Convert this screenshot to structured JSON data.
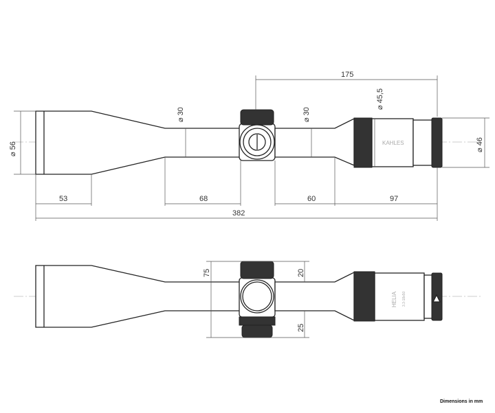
{
  "dimensions": {
    "eyepiece_to_turret": "175",
    "tube_dia_front": "⌀ 30",
    "tube_dia_rear": "⌀ 30",
    "eyepiece_dia": "⌀ 45,5",
    "objective_dia": "⌀ 56",
    "ocular_dia": "⌀ 46",
    "objective_length": "53",
    "front_tube_length": "68",
    "rear_tube_length": "60",
    "eyepiece_length": "97",
    "overall_length": "382",
    "turret_height": "75",
    "top_turret": "20",
    "bottom_turret": "25"
  },
  "labels": {
    "brand": "KAHLES",
    "model": "HELIA",
    "magnification": "3.3-18x50"
  },
  "note": "Dimensions in mm"
}
